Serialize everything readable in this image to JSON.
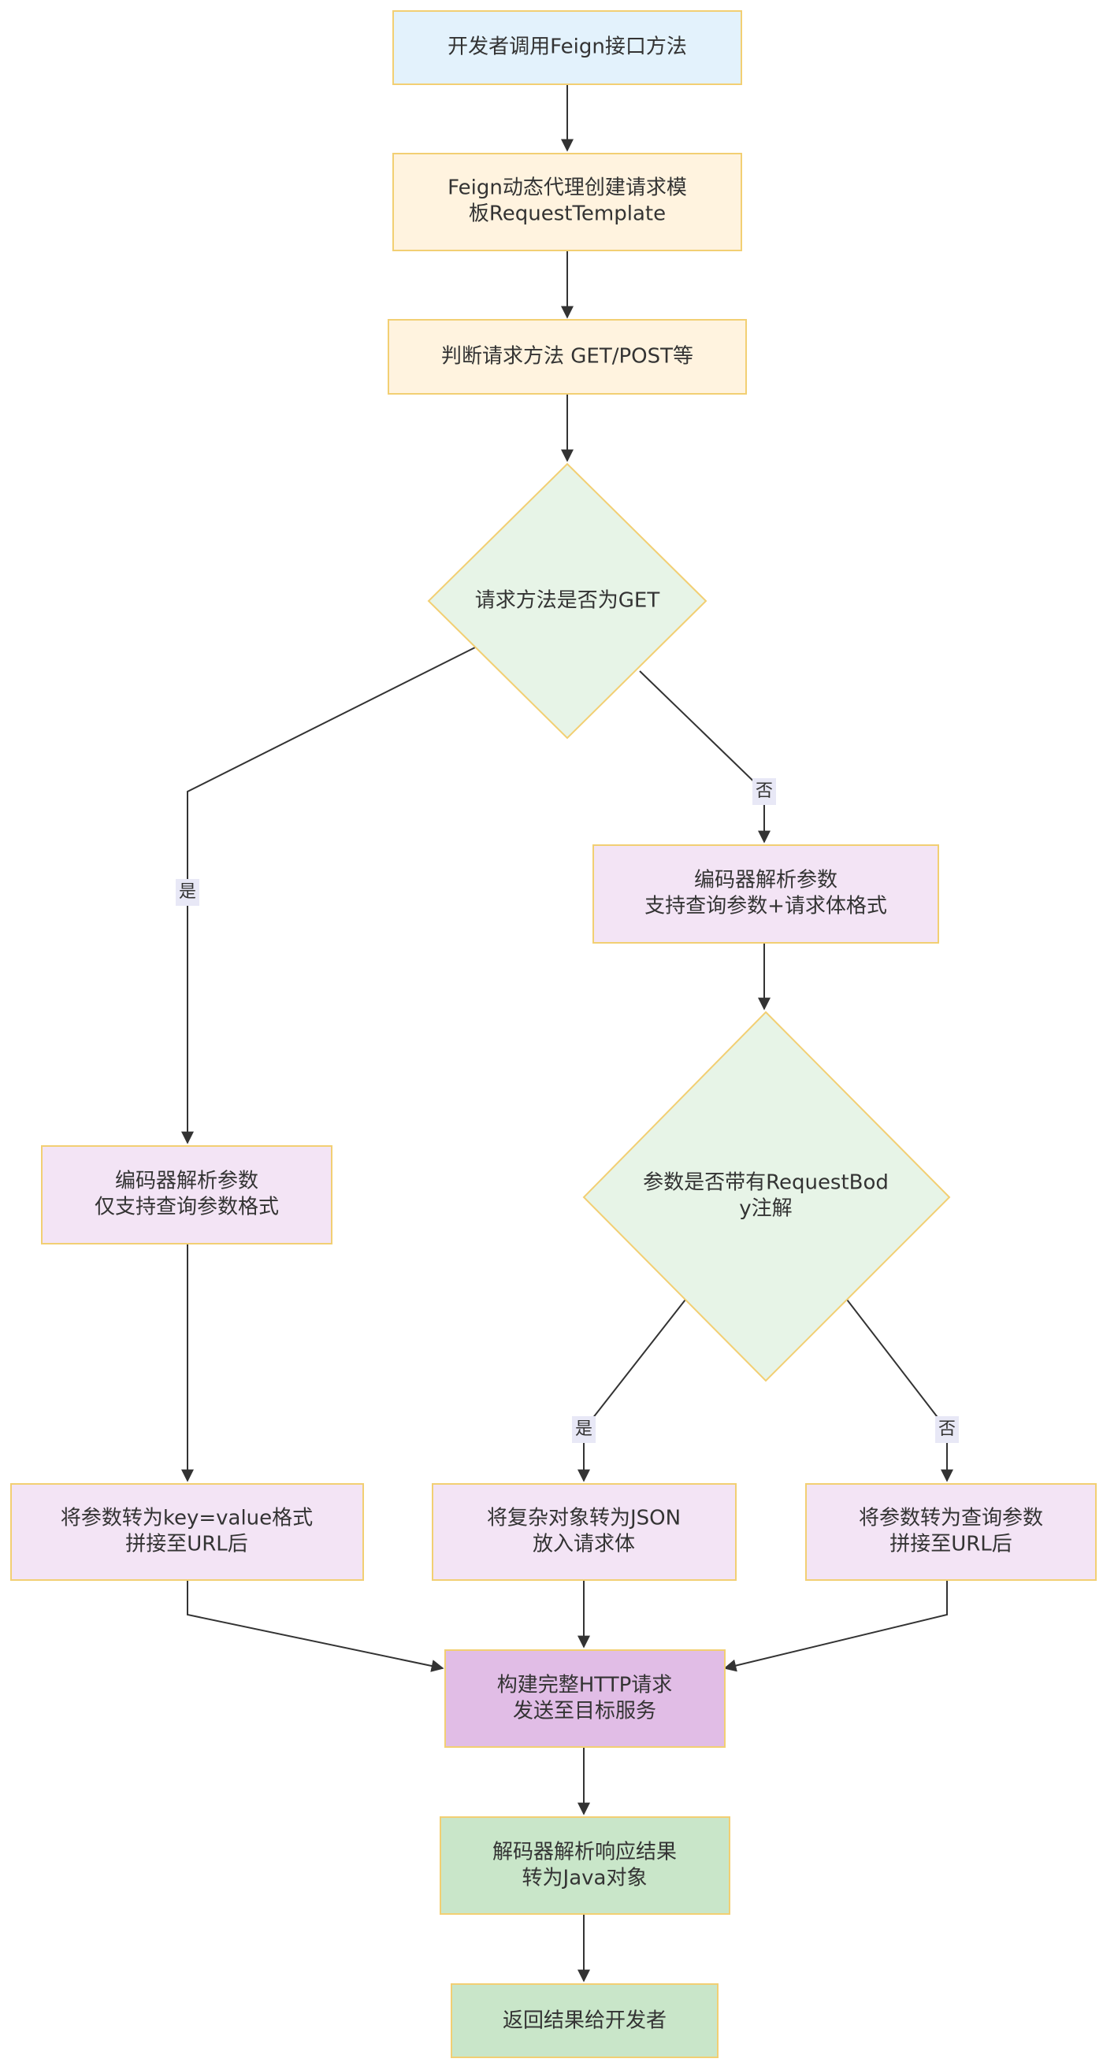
{
  "nodes": {
    "start": "开发者调用Feign接口方法",
    "proxy": [
      "Feign动态代理创建请求模",
      "板RequestTemplate"
    ],
    "judge": "判断请求方法 GET/POST等",
    "is_get": "请求方法是否为GET",
    "encoder_post": [
      "编码器解析参数",
      "支持查询参数+请求体格式"
    ],
    "has_body": [
      "参数是否带有RequestBod",
      "y注解"
    ],
    "encoder_get": [
      "编码器解析参数",
      "仅支持查询参数格式"
    ],
    "kv": [
      "将参数转为key=value格式",
      "拼接至URL后"
    ],
    "json": [
      "将复杂对象转为JSON",
      "放入请求体"
    ],
    "query": [
      "将参数转为查询参数",
      "拼接至URL后"
    ],
    "build": [
      "构建完整HTTP请求",
      "发送至目标服务"
    ],
    "decode": [
      "解码器解析响应结果",
      "转为Java对象"
    ],
    "return": "返回结果给开发者"
  },
  "edge_labels": {
    "get_yes": "是",
    "get_no": "否",
    "body_yes": "是",
    "body_no": "否"
  },
  "colors": {
    "start": "#e3f2fc",
    "process": "#fff3df",
    "decision": "#e7f4e7",
    "encoder": "#f3e4f5",
    "build": "#e1bde6",
    "result": "#c9e6c9",
    "border": "#f2cf73",
    "edge": "#333333",
    "label_bg": "#e8e8f6"
  }
}
